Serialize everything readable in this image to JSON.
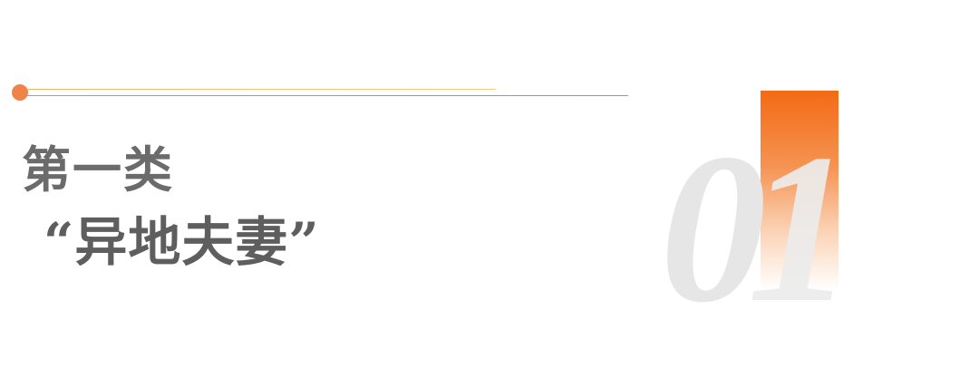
{
  "heading": "第一类",
  "subheading": "“异地夫妻”",
  "number": {
    "first_digit": "0",
    "second_digit": "1"
  },
  "colors": {
    "accent": "#f0834a",
    "bar_top": "#f36a14",
    "text": "#6b6b6b",
    "numeral": "#e6e6e6"
  }
}
